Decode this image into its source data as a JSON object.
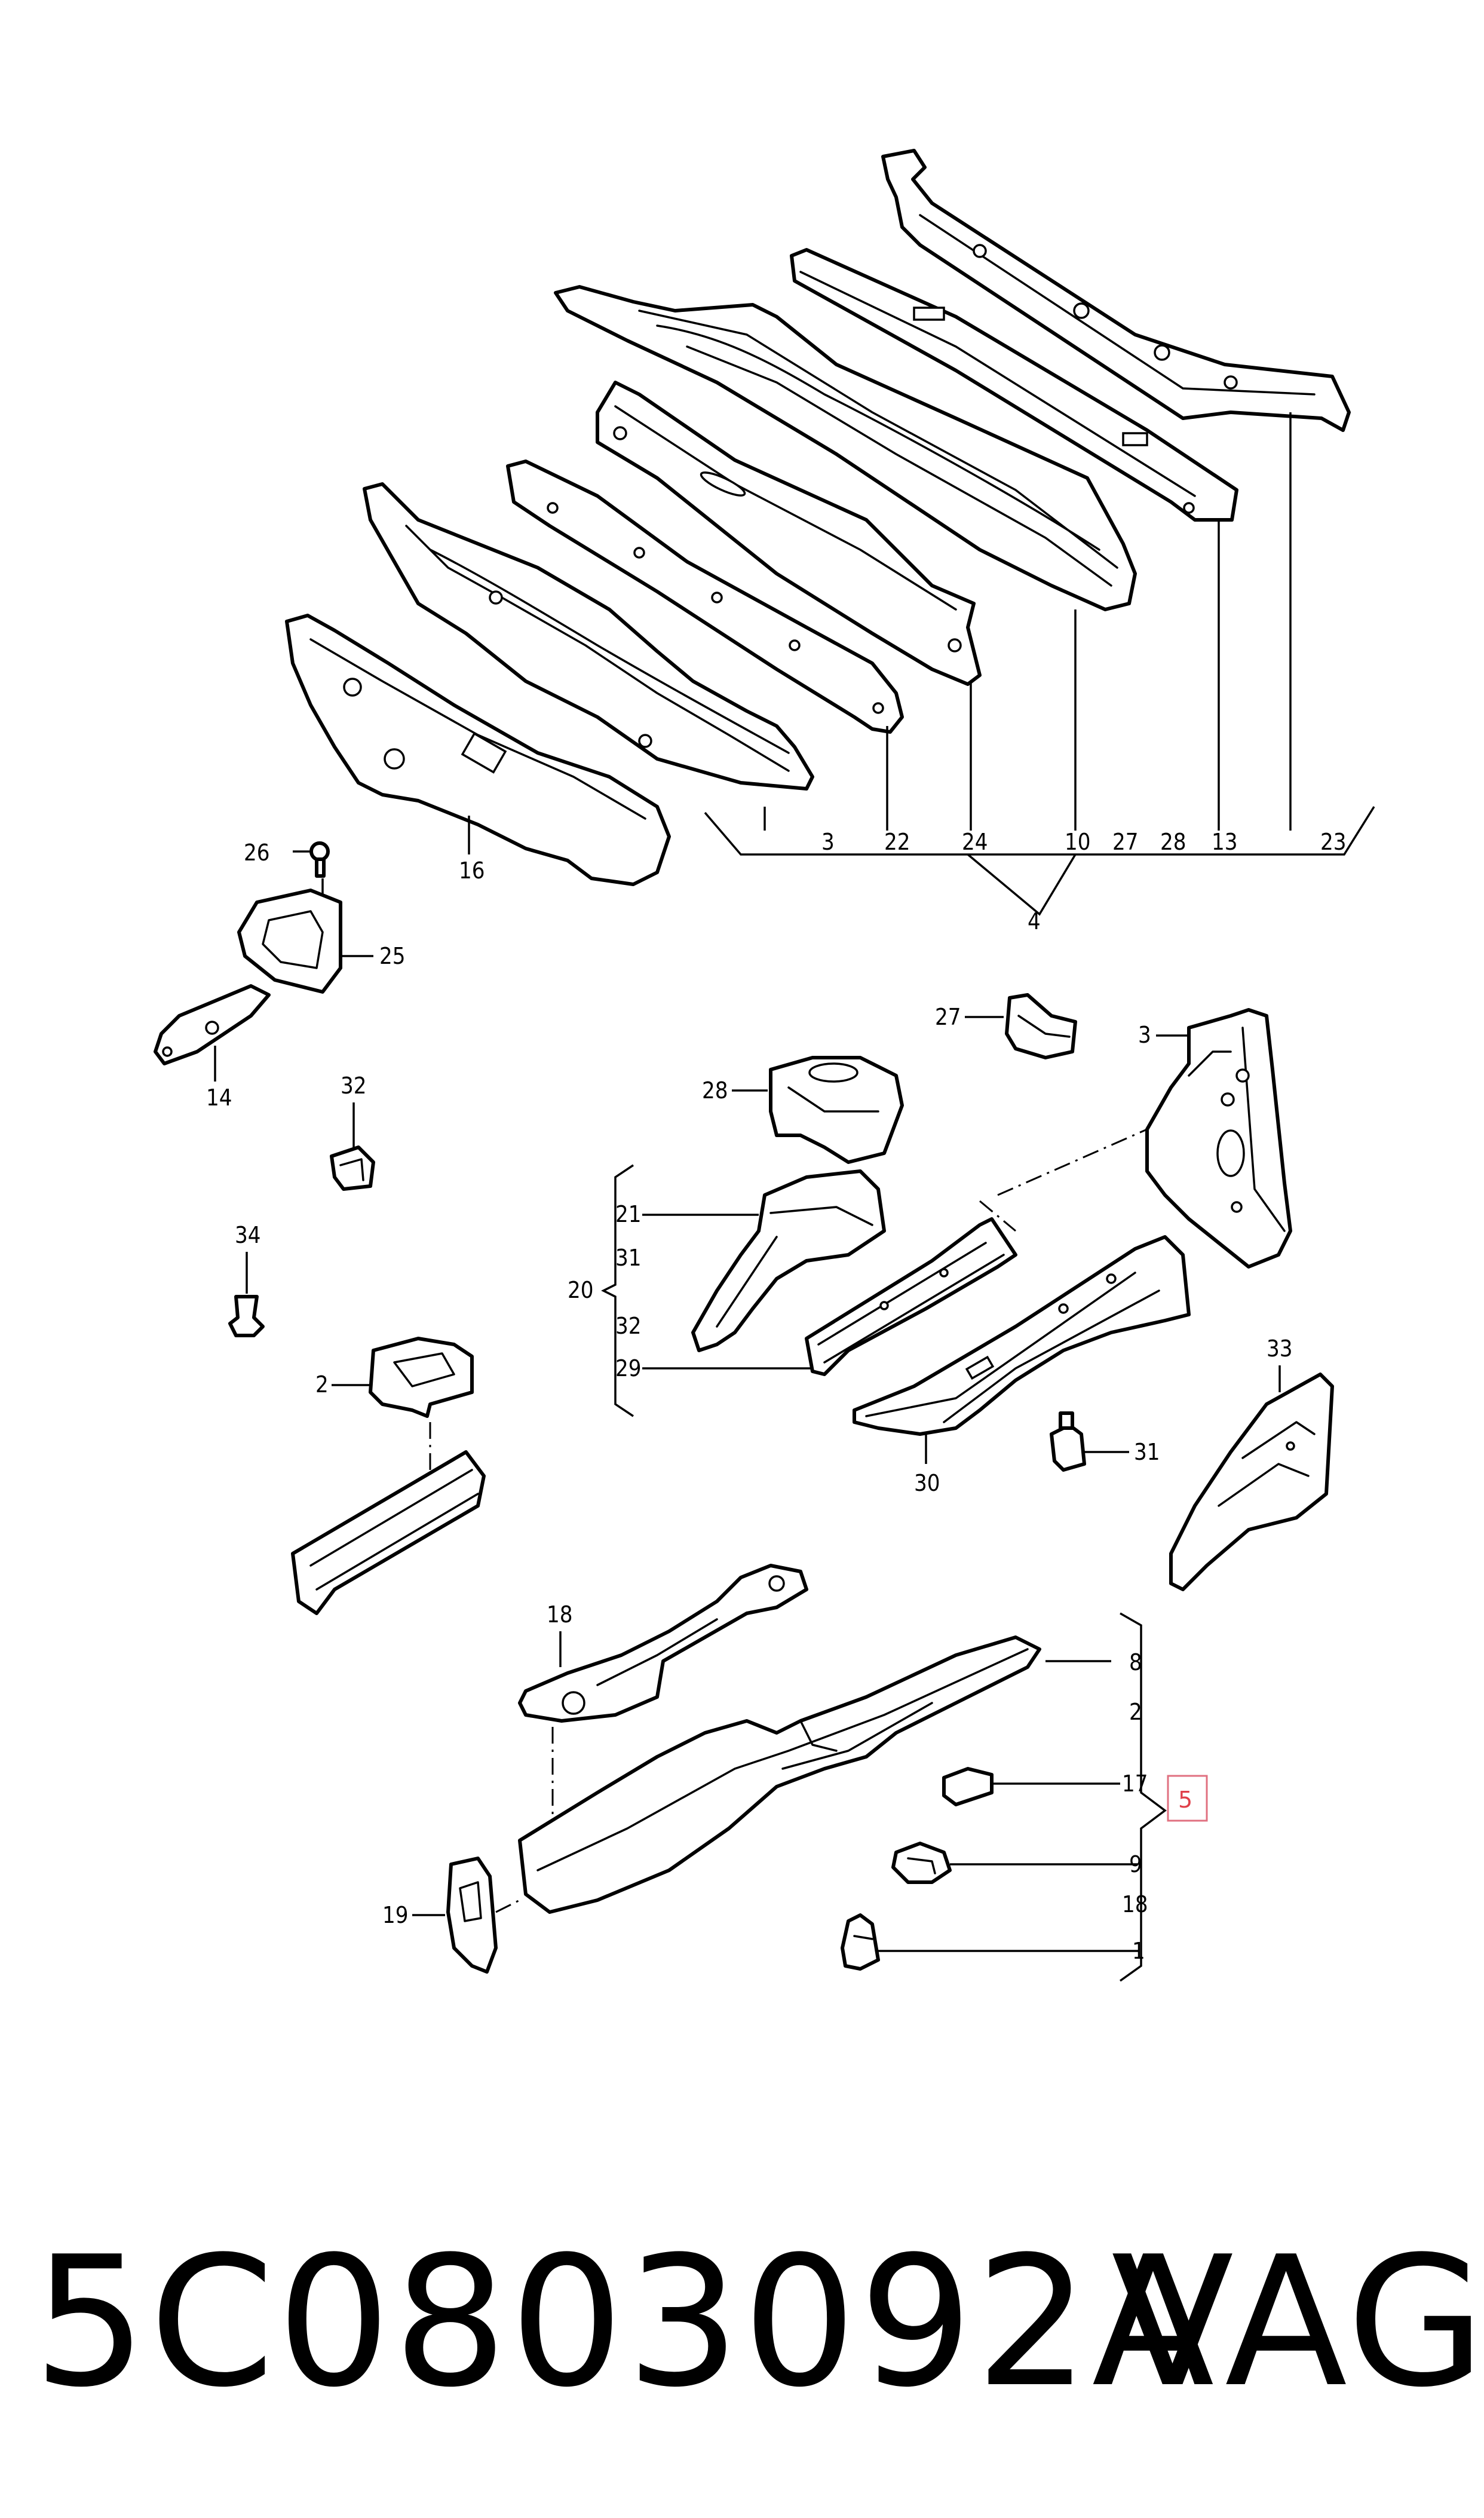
{
  "callouts": {
    "c1": "1",
    "c2": "2",
    "c3": "3",
    "c4": "4",
    "c5": "5",
    "c8": "8",
    "c9": "9",
    "c10": "10",
    "c13": "13",
    "c14": "14",
    "c16": "16",
    "c17": "17",
    "c18": "18",
    "c19": "19",
    "c20": "20",
    "c21": "21",
    "c22": "22",
    "c23": "23",
    "c24": "24",
    "c25": "25",
    "c26": "26",
    "c27": "27",
    "c28": "28",
    "c29": "29",
    "c30": "30",
    "c31": "31",
    "c32": "32",
    "c33": "33",
    "c34": "34"
  },
  "footer": {
    "part_number": "5C0803092A",
    "brand": "VAG"
  },
  "highlight": {
    "color": "#e0404a"
  }
}
